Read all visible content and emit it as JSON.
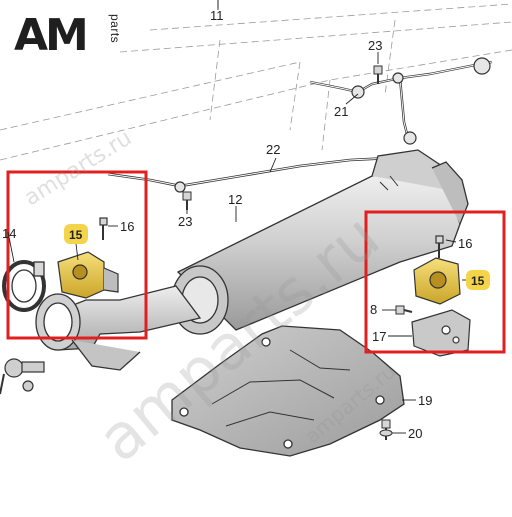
{
  "logo": {
    "brand": "AM",
    "sub": "parts"
  },
  "watermark": {
    "small": "amparts.ru",
    "large": "amparts.ru",
    "bottom": "amparts.ru"
  },
  "callouts": [
    {
      "id": "11",
      "text": "11"
    },
    {
      "id": "23a",
      "text": "23"
    },
    {
      "id": "21",
      "text": "21"
    },
    {
      "id": "22",
      "text": "22"
    },
    {
      "id": "23b",
      "text": "23"
    },
    {
      "id": "12",
      "text": "12"
    },
    {
      "id": "14",
      "text": "14"
    },
    {
      "id": "15a",
      "text": "15"
    },
    {
      "id": "16a",
      "text": "16"
    },
    {
      "id": "16b",
      "text": "16"
    },
    {
      "id": "15b",
      "text": "15"
    },
    {
      "id": "8",
      "text": "8"
    },
    {
      "id": "17",
      "text": "17"
    },
    {
      "id": "19",
      "text": "19"
    },
    {
      "id": "20",
      "text": "20"
    }
  ],
  "colors": {
    "highlight_box": "#e02020",
    "callout_badge": "#f3d44a",
    "part_stroke": "#333333",
    "part_fill": "#d9d9d9",
    "mount_fill": "#e7c84a"
  }
}
